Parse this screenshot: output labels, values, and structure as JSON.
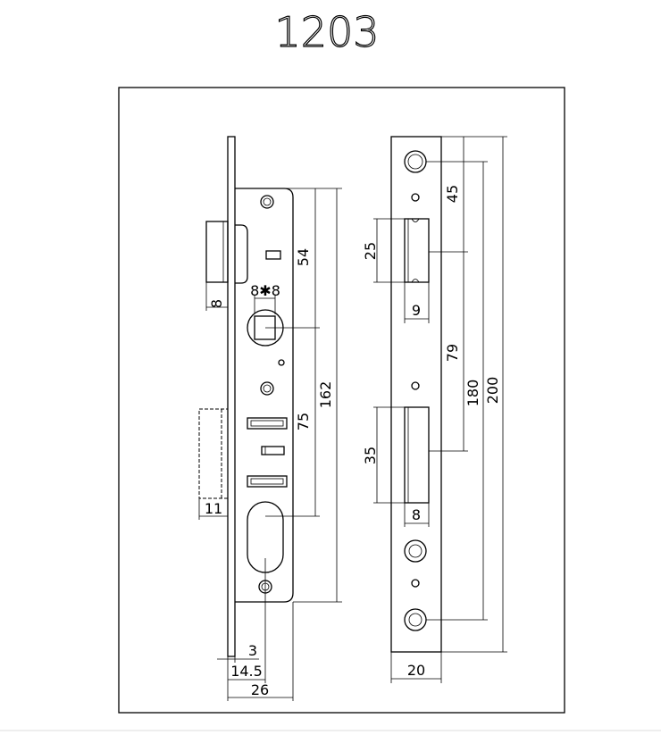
{
  "title": "1203",
  "lock_body": {
    "dims": {
      "d54": "54",
      "d75": "75",
      "d162": "162",
      "d8": "8",
      "d11": "11",
      "spindle": "8✱8",
      "d3": "3",
      "d14_5": "14.5",
      "d26": "26"
    }
  },
  "strike_plate": {
    "dims": {
      "d45": "45",
      "d79": "79",
      "d180": "180",
      "d200": "200",
      "d25": "25",
      "d9": "9",
      "d35": "35",
      "d8": "8",
      "d20": "20"
    }
  }
}
